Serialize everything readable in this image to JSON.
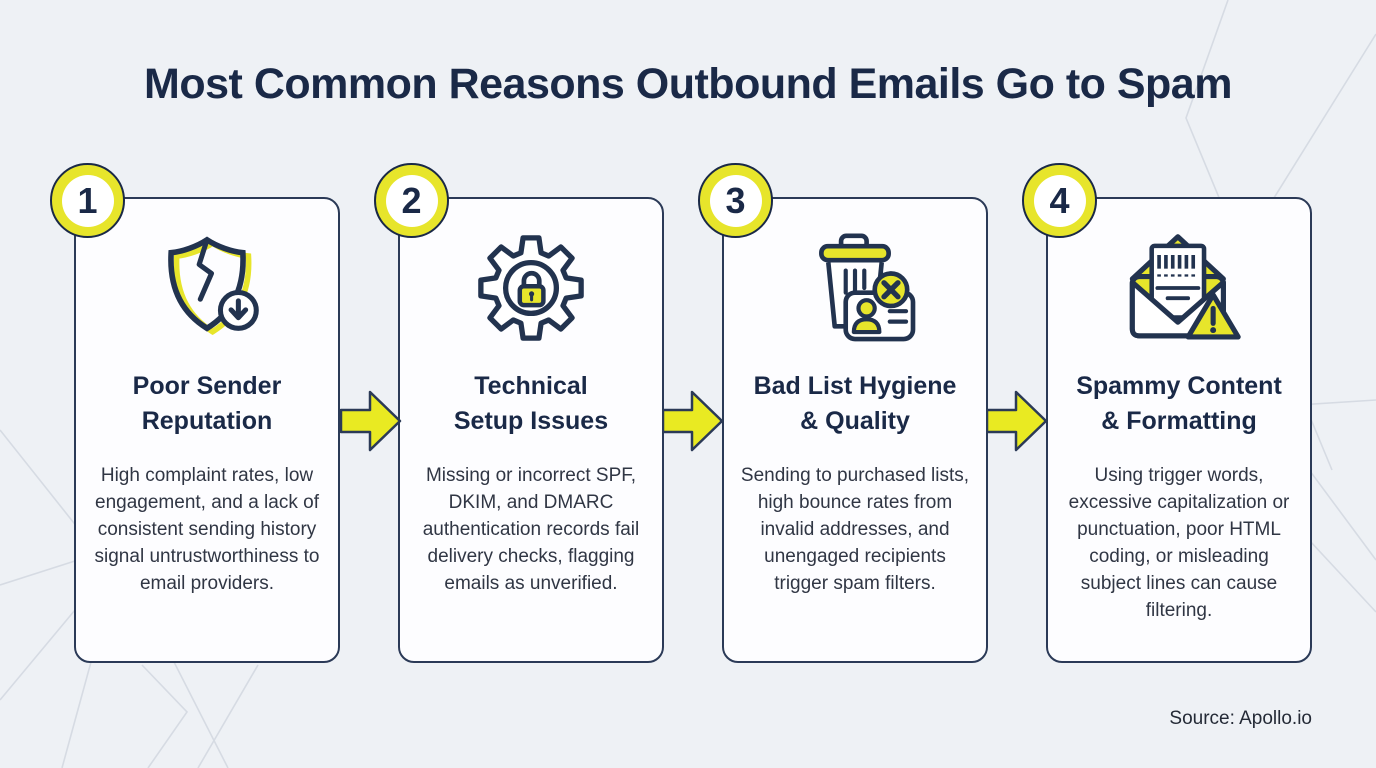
{
  "header": {
    "title": "Most Common Reasons Outbound Emails Go to Spam"
  },
  "footer": {
    "source": "Source: Apollo.io"
  },
  "colors": {
    "background": "#eef1f5",
    "navy": "#1a2947",
    "yellow": "#e7e52b",
    "arrow_yellow": "#e9ea22",
    "card_background": "#fdfdff",
    "body_text": "#303644"
  },
  "cards": [
    {
      "number": "1",
      "icon": "broken-shield-down-arrow-icon",
      "title_line1": "Poor Sender",
      "title_line2": "Reputation",
      "description": "High complaint rates, low engagement, and a lack of consistent sending history signal untrustworthiness to email providers."
    },
    {
      "number": "2",
      "icon": "gear-lock-icon",
      "title_line1": "Technical",
      "title_line2": "Setup Issues",
      "description": "Missing or incorrect SPF, DKIM, and DMARC authentication records fail delivery checks, flagging emails as unverified."
    },
    {
      "number": "3",
      "icon": "trash-contact-card-x-icon",
      "title_line1": "Bad List Hygiene",
      "title_line2": "& Quality",
      "description": "Sending to purchased lists, high bounce rates from invalid addresses, and unengaged recipients trigger spam filters."
    },
    {
      "number": "4",
      "icon": "spam-envelope-warning-icon",
      "title_line1": "Spammy Content",
      "title_line2": "& Formatting",
      "description": "Using trigger words, excessive capitalization or punctuation, poor HTML coding, or misleading subject lines can cause filtering."
    }
  ]
}
